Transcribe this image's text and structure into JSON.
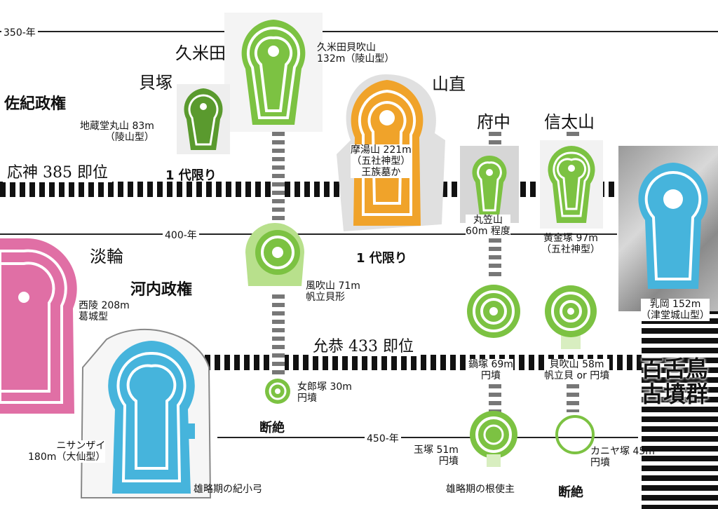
{
  "years": {
    "y350": "350-年",
    "y400": "400-年",
    "y450": "450-年"
  },
  "regimes": {
    "saki": "佐紀政権",
    "kawachi": "河内政権"
  },
  "eras": {
    "ojin": "応神 385 即位",
    "ingyo": "允恭 433 即位"
  },
  "regions": {
    "kumeda": "久米田",
    "kaizuka": "貝塚",
    "yamanao": "山直",
    "fuchu": "府中",
    "shinodayama": "信太山",
    "tanowa": "淡輪"
  },
  "notes": {
    "once1": "1 代限り",
    "once2": "1 代限り",
    "break1": "断絶",
    "break2": "断絶"
  },
  "mozu": {
    "line1": "百舌鳥",
    "line2": "古墳群"
  },
  "tombs": {
    "kaifukiyama": {
      "l1": "久米田貝吹山",
      "l2": "132m（陵山型）"
    },
    "jizodo": {
      "l1": "地蔵堂丸山 83m",
      "l2": "（陵山型）"
    },
    "mayuyama": {
      "l1": "摩湯山 221m",
      "l2": "（五社神型）",
      "l3": "王族墓か"
    },
    "marukasa": {
      "l1": "丸笠山",
      "l2": "60m 程度"
    },
    "koganezuka": {
      "l1": "黄金塚 97m",
      "l2": "（五社神型）"
    },
    "chiokayama": {
      "l1": "乳岡 152m",
      "l2": "（津堂城山型）"
    },
    "nishiryo": {
      "l1": "西陵 208m",
      "l2": "葛城型"
    },
    "kazefuki": {
      "l1": "風吹山 71m",
      "l2": "帆立貝形"
    },
    "nabezuka": {
      "l1": "鍋塚 69m",
      "l2": "円墳"
    },
    "kaifukiyama2": {
      "l1": "貝吹山 58m",
      "l2": "帆立貝 or 円墳"
    },
    "jorozuka": {
      "l1": "女郎塚 30m",
      "l2": "円墳"
    },
    "nisanzai": {
      "l1": "ニサンザイ",
      "l2": "180m（大仙型）"
    },
    "tamazuka": {
      "l1": "玉塚 51m",
      "l2": "円墳"
    },
    "kaniyazuka": {
      "l1": "カニヤ塚 45m",
      "l2": "円墳"
    }
  },
  "bottom": {
    "kinoogumi": "雄略期の紀小弓",
    "nenoomi": "雄略期の根使主"
  },
  "colors": {
    "green": "#7cc242",
    "orange": "#f0a32a",
    "blue": "#46b4dc",
    "pink": "#e06fa5",
    "darkgreen": "#5a9a2e"
  }
}
